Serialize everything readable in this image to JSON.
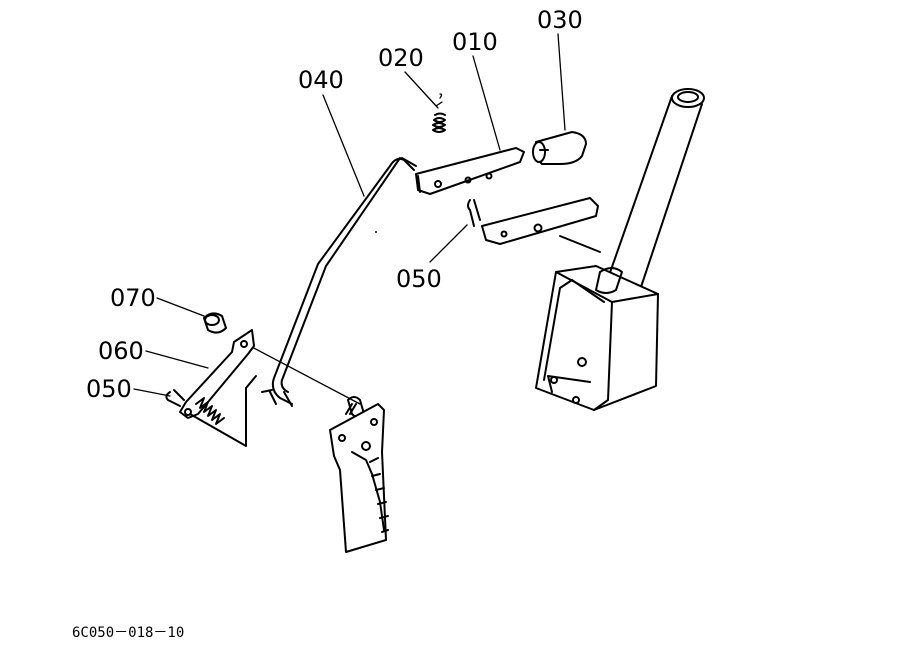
{
  "callouts": {
    "p010": "010",
    "p020": "020",
    "p030": "030",
    "p040": "040",
    "p050_upper": "050",
    "p060": "060",
    "p070": "070",
    "p050_lower": "050"
  },
  "figure_code": "6C050－018－10",
  "colors": {
    "ink": "#000000",
    "paper": "#ffffff"
  }
}
